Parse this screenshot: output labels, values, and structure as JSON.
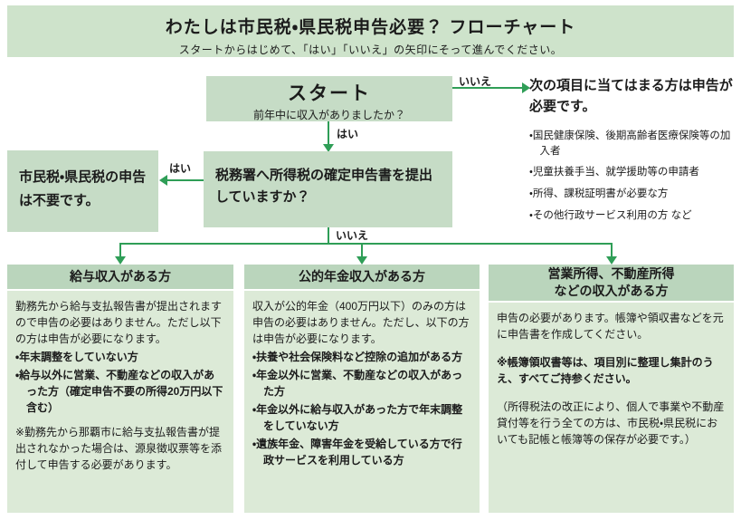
{
  "banner": {
    "title": "わたしは市民税・県民税申告必要？ フローチャート",
    "subtitle": "スタートからはじめて、「はい」「いいえ」の矢印にそって進んでください。"
  },
  "start_box": {
    "title": "スタート",
    "question": "前年中に収入がありましたか？"
  },
  "labels": {
    "yes": "はい",
    "no": "いいえ"
  },
  "right_panel": {
    "title": "次の項目に当てはまる方は申告が必要です。",
    "items": [
      "・国民健康保険、後期高齢者医療保険等の加入者",
      "・児童扶養手当、就学援助等の申請者",
      "・所得、課税証明書が必要な方",
      "・その他行政サービス利用の方 など"
    ]
  },
  "tax_office_box": {
    "text": "税務署へ所得税の確定申告書を提出していますか？"
  },
  "no_filing_box": {
    "text": "市民税・県民税の申告は不要です。"
  },
  "columns": [
    {
      "header": "給与収入がある方",
      "intro": "勤務先から給与支払報告書が提出されますので申告の必要はありません。ただし以下の方は申告が必要になります。",
      "bullets": [
        "・年末調整をしていない方",
        "・給与以外に営業、不動産などの収入があった方（確定申告不要の所得20万円以下含む）"
      ],
      "note": "※勤務先から那覇市に給与支払報告書が提出されなかった場合は、源泉徴収票等を添付して申告する必要があります。"
    },
    {
      "header": "公的年金収入がある方",
      "intro": "収入が公的年金（400万円以下）のみの方は申告の必要はありません。ただし、以下の方は申告が必要になります。",
      "bullets": [
        "・扶養や社会保険料など控除の追加がある方",
        "・年金以外に営業、不動産などの収入があった方",
        "・年金以外に給与収入があった方で年末調整をしていない方",
        "・遺族年金、障害年金を受給している方で行政サービスを利用している方"
      ]
    },
    {
      "header": "営業所得、不動産所得\nなどの収入がある方",
      "intro": "申告の必要があります。帳簿や領収書などを元に申告書を作成してください。",
      "note_bold": "※帳簿領収書等は、項目別に整理し集計のうえ、すべてご持参ください。",
      "note_paren": "（所得税法の改正により、個人で事業や不動産貸付等を行う全ての方は、市民税・県民税においても記帳と帳簿等の保存が必要です。）"
    }
  ],
  "colors": {
    "arrow": "#2f9e57",
    "banner_bg": "#cee3cb",
    "box_bg": "#c6dcc6",
    "col_header_bg": "#bad5bc",
    "col_body_bg": "#dcead7"
  }
}
